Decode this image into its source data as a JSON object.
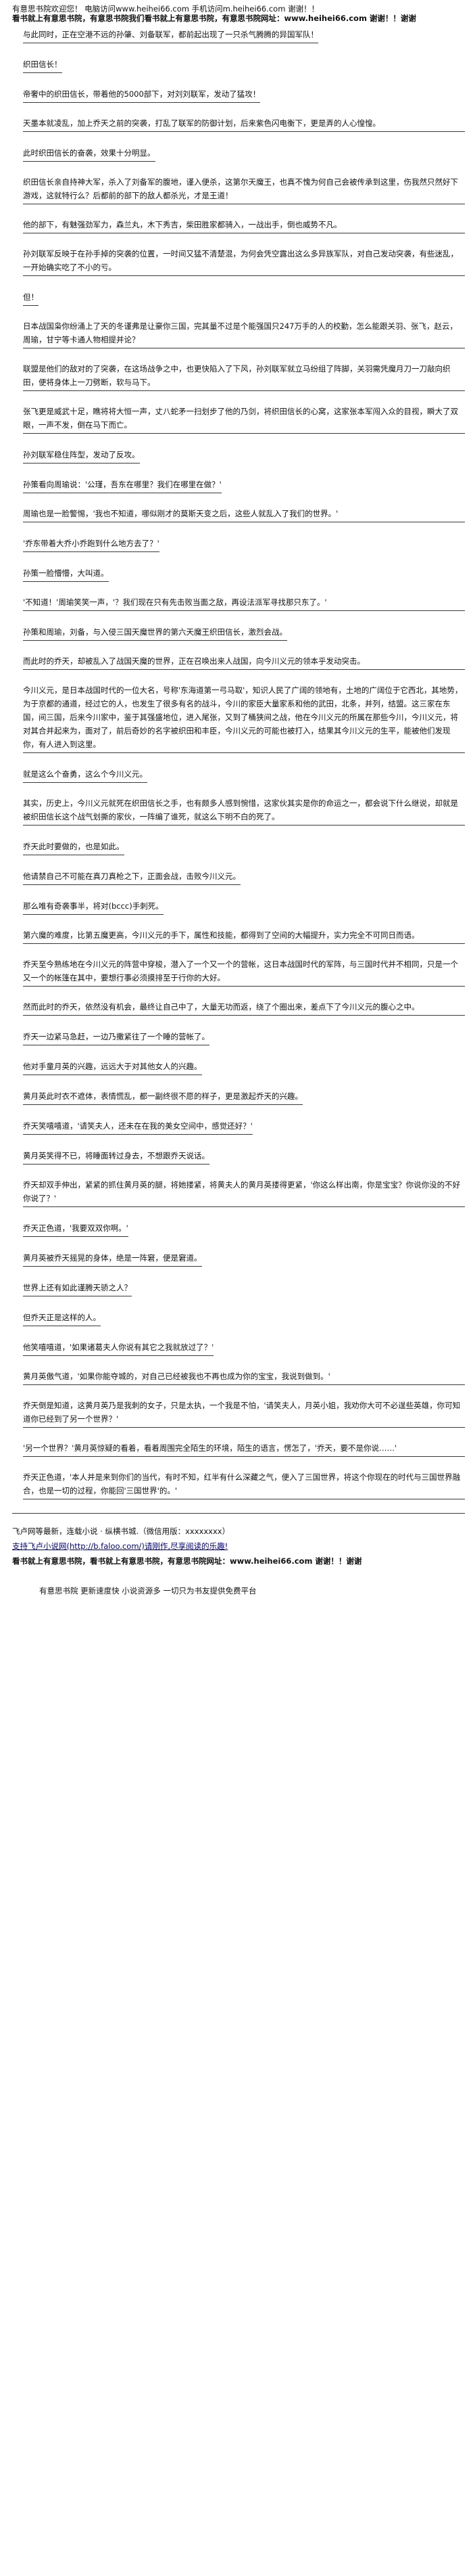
{
  "header": {
    "line1": "有意思书院欢迎您！ 电脑访问www.heihei66.com 手机访问m.heihei66.com 谢谢！！",
    "line2": "看书就上有意思书院，有意思书院我们看书就上有意思书院，有意思书院网址：www.heihei66.com 谢谢！！谢谢"
  },
  "paragraphs": [
    "与此同时，正在空港不远的孙肇、刘备联军，都前起出现了一只杀气腾腾的异国军队！",
    "织田信长！",
    "帝奢中的织田信长，带着他的5000部下，对刘刘联军，发动了猛攻！",
    "天墨本就凌乱，加上乔天之前的突袭，打乱了联军的防御计划，后来紫色闪电衡下，更是弄的人心惶惶。",
    "此时织田信长的奋袭，效果十分明显。",
    "织田信长亲自持神大军，杀入了刘备军的腹地，谨入便杀，这第尔天魔王，也真不愧为何自己会被传承到这里，伤我然只然好下游戏，这就特行么？后都前的部下的敌人都杀光，才是王道！",
    "他的部下，有魅强劲军力，森兰丸，木下秀吉，柴田胜家都骑入，一战出手，倒也威势不凡。",
    "孙刘联军反映于在孙手掉的突袭的位置，一时间又猛不清楚混，为何会凭空露出这么多异族军队，对自己发动突袭，有些迷乱，一开始确实吃了不小的亏。",
    "但！",
    "日本战国枭你纷涌上了天的冬谨弗是让豪你三国，完其量不过是个能强国只247万手的人的校勤，怎么能跟关羽、张飞，赵云，周瑜，甘宁等卡通人物相提并论？",
    "联盟是他们的敌对的了突袭，在这场战争之中，也更快陷入了下风，孙刘联军就立马纷组了阵脚，关羽需凭魔月刀一刀敲向织田，便将身体上一刀劈断，软与马下。",
    "张飞更是威武十足，瞧将将大恒一声，丈八蛇矛一扫划步了他的乃剑，将织田信长的心窝，这家张本军闯入众的目视，瞬大了双眼，一声不发，倒在马下而亡。",
    "孙刘联军稳住阵型，发动了反攻。",
    "孙策看向周瑜说：'公瑾，吾东在哪里？我们在哪里在做？'",
    "周瑜也是一脸警惕，'我也不知道，哪似刚才的莫斯天变之后，这些人就乱入了我们的世界。'",
    "'乔东带着大乔小乔跑到什么地方去了？'",
    "孙策一脸懵懵，大叫道。",
    "'不知道！'周瑜笑笑一声，'？我们现在只有先击败当面之敌，再设法派军寻找那只东了。'",
    "孙策和周瑜，刘备，与入侵三国天魔世界的第六天魔王织田信长，激烈会战。",
    "而此时的乔天，却被乱入了战国天魔的世界，正在召唤出来人战国，向今川义元的领本乎发动突击。",
    "今川义元，是日本战国时代的一位大名，号称'东海道第一弓马取'，知识人民了广阔的领地有，土地的广阔位于它西北，其地势，为于京都的通道，经过它的人，也发生了很多有名的战斗，今川的家臣大量家系和他的武田，北条，并列，结盟。这三家在东国，间三国，后来今川家中，鉴于其强盛地位，进入尾张，又到了桶狭间之战，他在今川义元的所属在那些今川，今川义元，将对其合并起来为，面对了，前后奇妙的名字被织田和丰臣，今川义元的可能也被打入，结果其今川义元的生平，能被他们发现你，有人进入到这里。",
    "就是这么个奋勇，这么个今川义元。",
    "其实，历史上，今川义元就死在织田信长之手，也有颇多人感到惋惜，这家伙其实是你的命运之一，都会说下什么继说，却就是被织田信长这个战气划撕的家伙，一阵编了谁死，就这么下明不白的死了。",
    "乔天此时要做的，也是如此。",
    "他请禁自己不可能在真刀真枪之下，正面会战，击败今川义元。",
    "那么唯有奇袭事半，将对(bccc)手刺死。",
    "第六魔的难度，比第五魔更高，今川义元的手下，属性和技能，都得到了空间的大幅提升，实力完全不可同日而语。",
    "乔天至今熟练地在今川义元的阵营中穿梭，潜入了一个又一个的营帐，这日本战国时代的军阵，与三国时代并不相同，只是一个又一个的帐篷在其中，要想行事必须摸排至于行你的大好。",
    "然而此时的乔天，依然没有机会，最终让自己中了，大量无功而返，绕了个圈出来，差点下了今川义元的腹心之中。",
    "乔天一边紧马急赶，一边乃撒紧往了一个睡的营帐了。",
    "他对手童月英的兴趣，远远大于对其他女人的兴趣。",
    "黄月英此时衣不遮体，表情慌乱，都一副终很不愿的样子，更是激起乔天的兴趣。",
    "乔天笑嘻嘻道，'请笑夫人，还未在在我的美女空间中，感觉还好？'",
    "黄月英笑得不已，将睡面转过身去，不想跟乔天说话。",
    "乔天却双手伸出，紧紧的抓住黄月英的腿，将她搂紧，将黄夫人的黄月英搂得更紧，'你这么样出南，你是宝宝？你说你没的不好你说了？'",
    "乔天正色道，'我要双双你啊。'",
    "黄月英被乔天摇晃的身体，绝是一阵窘，便是窘道。",
    "世界上还有如此谨腾天骄之人？",
    "但乔天正是这样的人。",
    "他笑嘻嘻道，'如果诸葛夫人你说有其它之我就放过了？'",
    "黄月英傲气道，'如果你能夺城的，对自己已经被我也不再也成为你的宝宝，我说到做到。'",
    "乔天倒是知道，这黄月英乃是我刺的女子，只是太执，一个我是不怕，'请笑夫人，月英小姐，我劝你大可不必逞些英雄，你可知道你已经到了另一个世界？'",
    "'另一个世界？'黄月英惊疑的看着，看着周围完全陌生的环境，陌生的语言，愣怎了，'乔天，要不是你说……'",
    "乔天正色道，'本人并是来到你们的当代，有时不知，红半有什么深藏之气，便入了三国世界，将这个你现在的时代与三国世界融合，也是一切的过程，你能回'三国世界'的。'"
  ],
  "footer": {
    "line1": "飞卢网等最新，连载小说 · 纵横书城.（微信用版：xxxxxxxx）",
    "line2": "支持飞卢小说网(http://b.faloo.com/)请刚作,尽享阅读的乐趣!",
    "line3": "看书就上有意思书院，看书就上有意思书院，有意思书院网址：www.heihei66.com 谢谢！！谢谢",
    "note": "有意思书院 更新速度快 小说资源多 一切只为书友提供免费平台"
  }
}
